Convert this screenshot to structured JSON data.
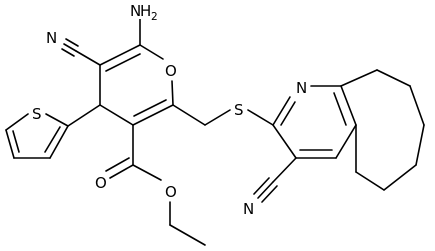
{
  "structure": {
    "atoms": {
      "amine": {
        "element": "N",
        "hydrogens": "H",
        "hcount": "2"
      },
      "pyran_oxygen": {
        "element": "O"
      },
      "thiophene_sulfur": {
        "element": "S"
      },
      "thioether_sulfur": {
        "element": "S"
      },
      "pyridine_nitrogen": {
        "element": "N"
      },
      "cyano_n_left": {
        "element": "N",
        "prefix": ""
      },
      "cyano_n_bottom": {
        "element": "N"
      },
      "ester_o_carbonyl": {
        "element": "O"
      },
      "ester_o_ether": {
        "element": "O"
      }
    },
    "colors": {
      "bond": "#000000",
      "text": "#000000",
      "background": "#ffffff"
    }
  }
}
